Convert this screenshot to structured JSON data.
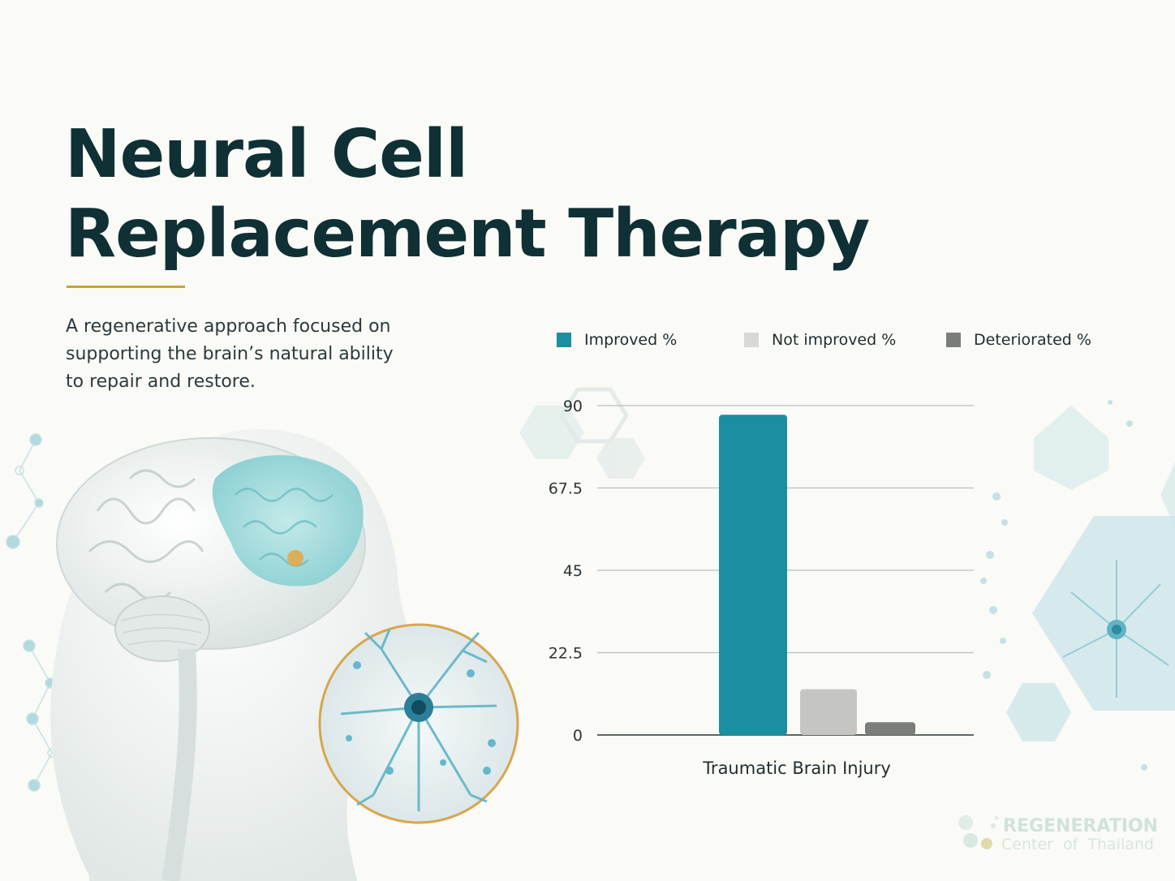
{
  "header": {
    "title_line1": "Neural Cell",
    "title_line2": "Replacement Therapy",
    "subtitle": "A regenerative approach focused on supporting the brain’s natural ability to repair and restore."
  },
  "colors": {
    "title": "#0f3034",
    "accent_rule": "#c9a23c",
    "improved": "#1b8fa1",
    "not_improved": "#c5c5c2",
    "deteriorated": "#7b7d7b"
  },
  "logo": {
    "line1": "REGENERATION",
    "line2": "Center of Thailand"
  },
  "chart_data": {
    "type": "bar",
    "categories": [
      "Traumatic Brain Injury"
    ],
    "series": [
      {
        "name": "Improved %",
        "values": [
          87.5
        ]
      },
      {
        "name": "Not improved %",
        "values": [
          12.5
        ]
      },
      {
        "name": "Deteriorated %",
        "values": [
          3.5
        ]
      }
    ],
    "yticks": [
      "0",
      "22.5",
      "45",
      "67.5",
      "90"
    ],
    "ylim": [
      0,
      90
    ],
    "grid": true,
    "legend_position": "top"
  }
}
